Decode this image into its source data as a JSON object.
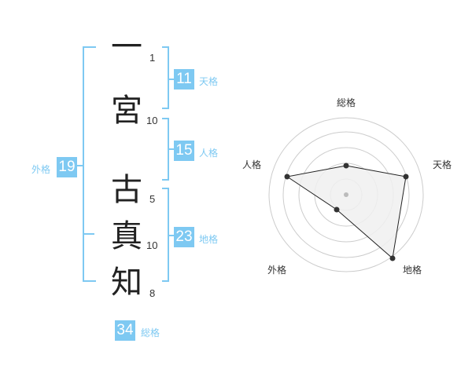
{
  "name": {
    "chars": [
      "一",
      "宮",
      "古",
      "真",
      "知"
    ],
    "strokes": [
      "1",
      "10",
      "5",
      "10",
      "8"
    ]
  },
  "fortune": {
    "tenkaku": {
      "value": "11",
      "label": "天格"
    },
    "jinkaku": {
      "value": "15",
      "label": "人格"
    },
    "chikaku": {
      "value": "23",
      "label": "地格"
    },
    "gaikaku": {
      "value": "19",
      "label": "外格"
    },
    "soukaku": {
      "value": "34",
      "label": "総格"
    }
  },
  "radar": {
    "labels": {
      "top": "総格",
      "right": "天格",
      "bottom_right": "地格",
      "bottom_left": "外格",
      "left": "人格"
    },
    "colors": {
      "ring": "#cccccc",
      "fill": "#f0f0f0",
      "line": "#222222",
      "bracket": "#7ec9f2"
    }
  }
}
